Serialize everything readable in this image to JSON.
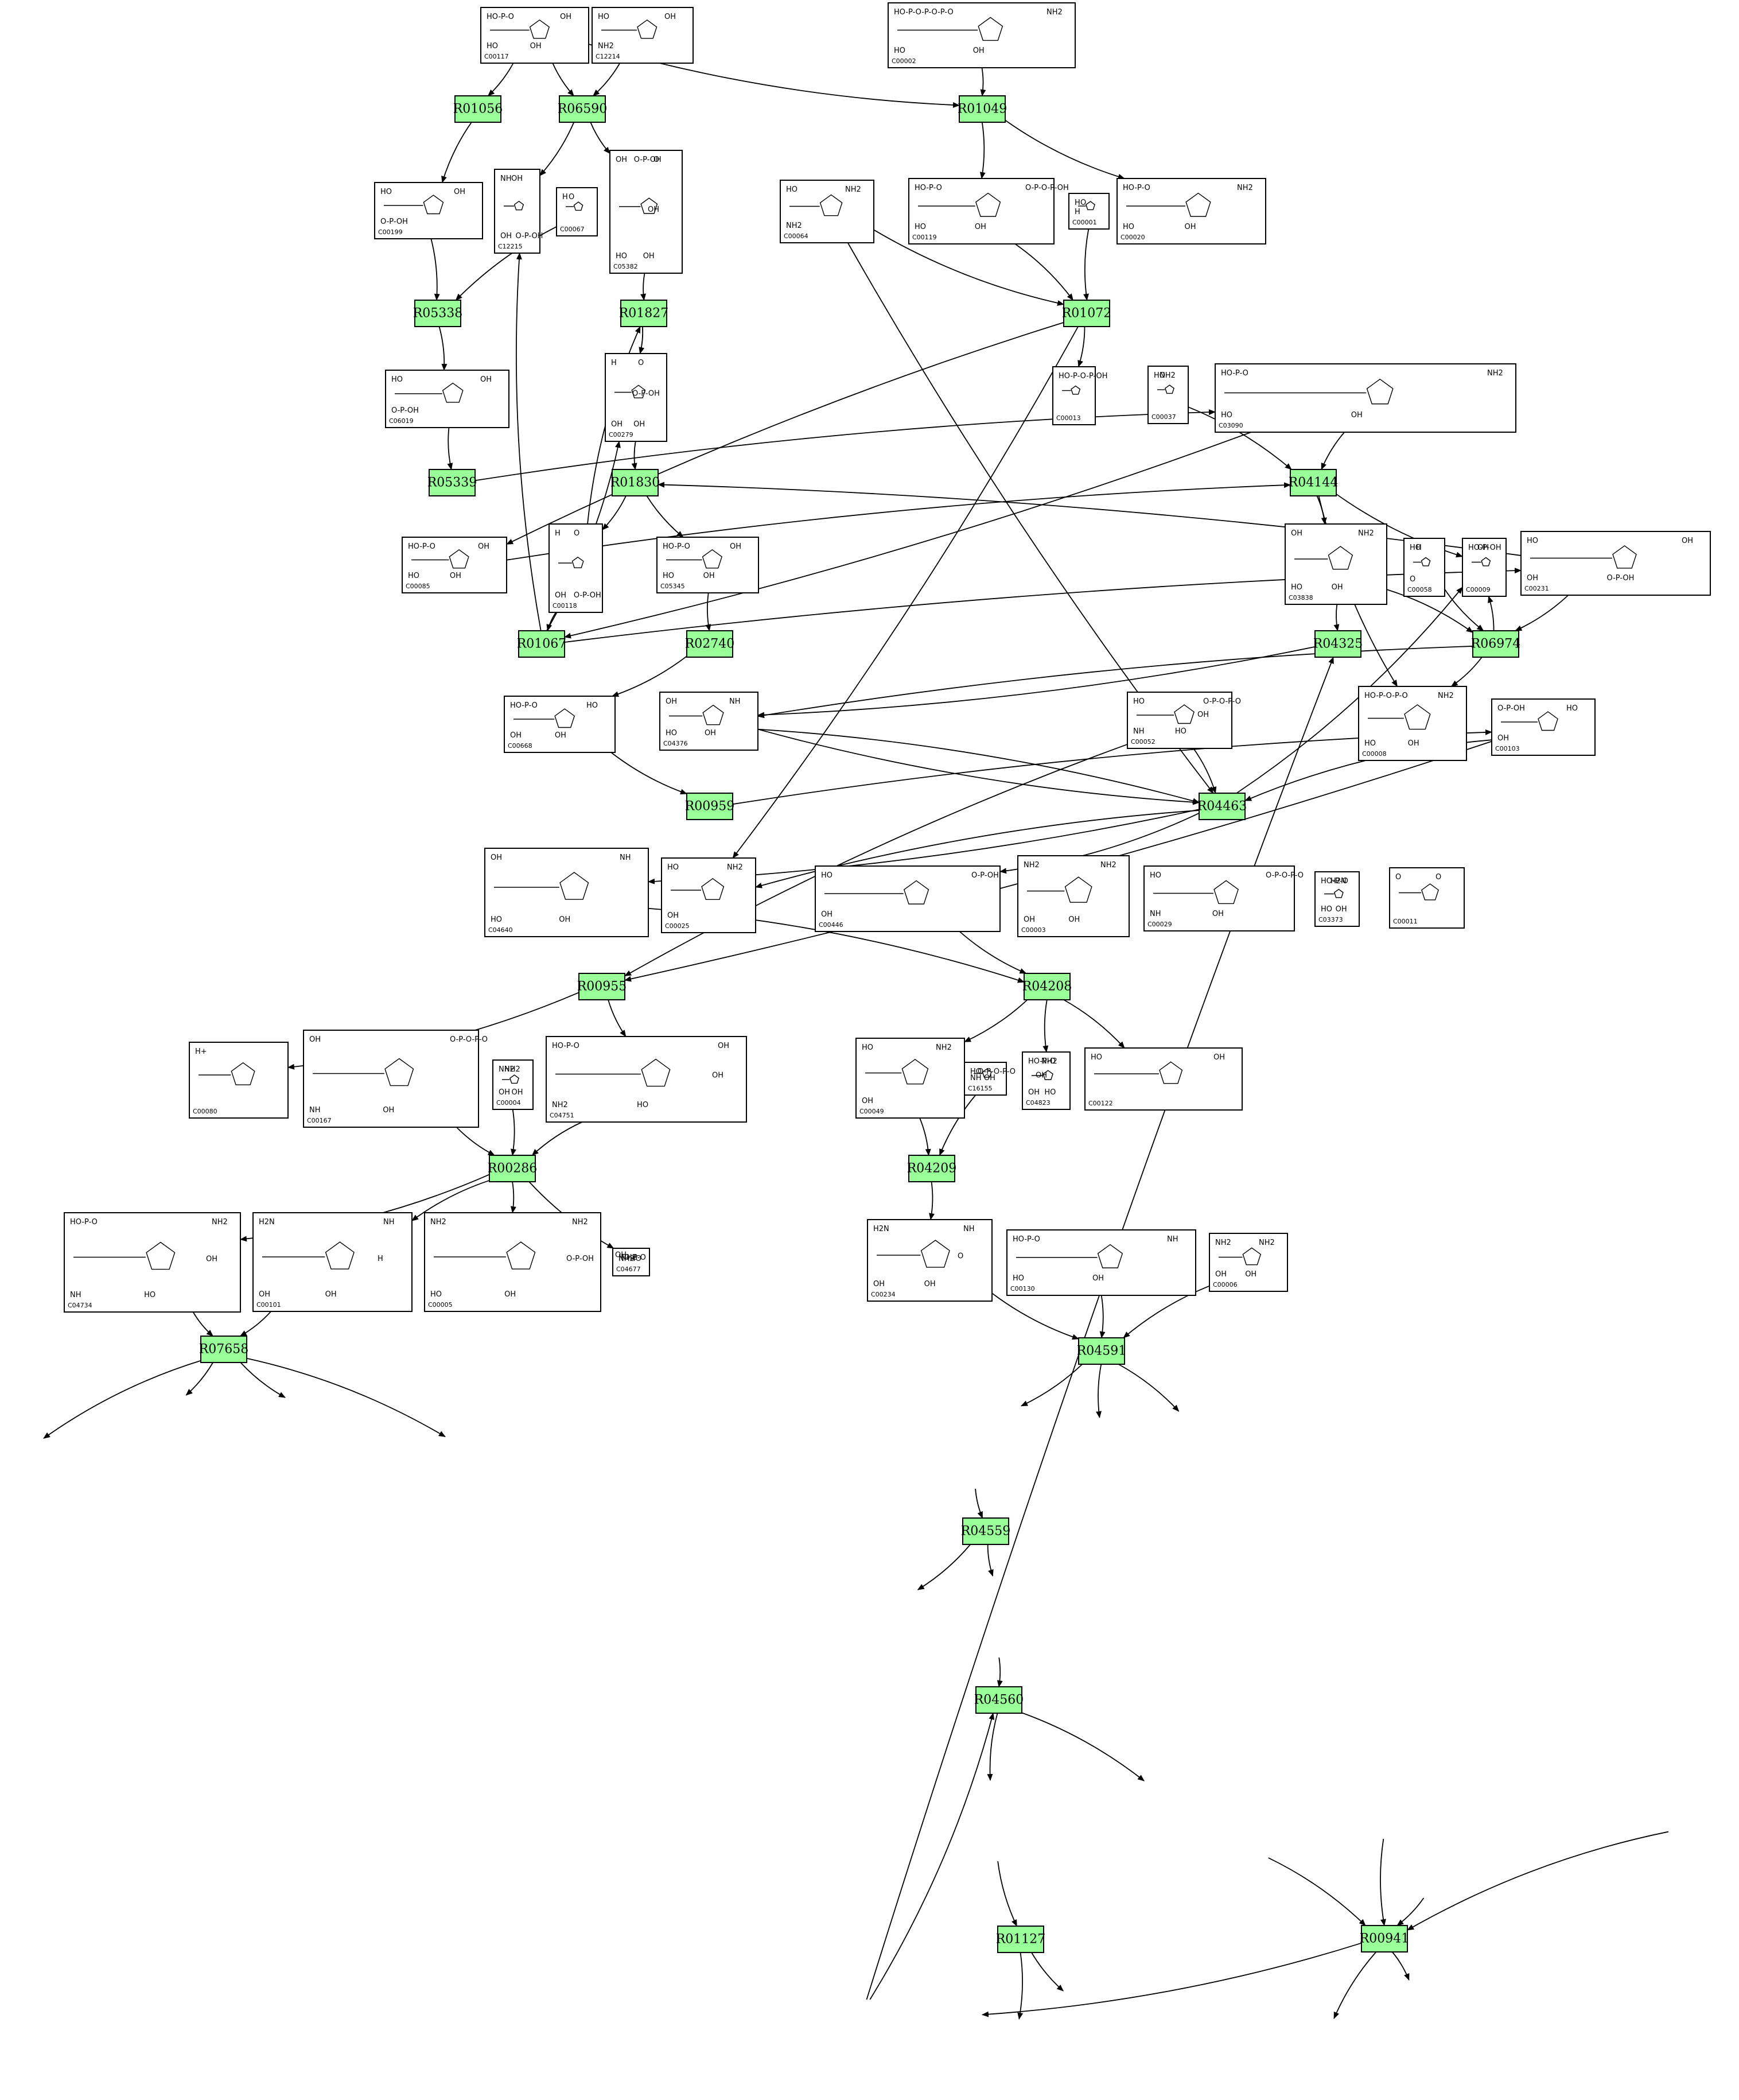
{
  "colors": {
    "reaction_fill": "#99ff99",
    "border": "#000000",
    "background": "#ffffff"
  },
  "reactions": [
    {
      "id": "R01056"
    },
    {
      "id": "R06590"
    },
    {
      "id": "R01049"
    },
    {
      "id": "R05338"
    },
    {
      "id": "R01827"
    },
    {
      "id": "R01072"
    },
    {
      "id": "R05339"
    },
    {
      "id": "R01830"
    },
    {
      "id": "R04144"
    },
    {
      "id": "R01067"
    },
    {
      "id": "R02740"
    },
    {
      "id": "R04325"
    },
    {
      "id": "R06974"
    },
    {
      "id": "R00959"
    },
    {
      "id": "R04463"
    },
    {
      "id": "R00955"
    },
    {
      "id": "R04208"
    },
    {
      "id": "R00286"
    },
    {
      "id": "R04209"
    },
    {
      "id": "R07658"
    },
    {
      "id": "R04591"
    },
    {
      "id": "R04559"
    },
    {
      "id": "R04560"
    },
    {
      "id": "R01127"
    },
    {
      "id": "R00941"
    }
  ],
  "compounds": [
    {
      "id": "C00117",
      "atoms": [
        "HO-P-O",
        "OH",
        "HO",
        "OH"
      ]
    },
    {
      "id": "C12214",
      "atoms": [
        "HO",
        "OH",
        "NH2"
      ]
    },
    {
      "id": "C00002",
      "atoms": [
        "HO-P-O-P-O-P-O",
        "NH2",
        "HO",
        "OH"
      ]
    },
    {
      "id": "C00199",
      "atoms": [
        "HO",
        "OH",
        "O-P-OH"
      ]
    },
    {
      "id": "C12215",
      "atoms": [
        "NH",
        "OH",
        "OH",
        "O-P-OH"
      ]
    },
    {
      "id": "C00067",
      "atoms": [
        "H",
        "O"
      ]
    },
    {
      "id": "C05382",
      "atoms": [
        "OH",
        "O",
        "HO",
        "OH",
        "OH",
        "O-P-OH"
      ]
    },
    {
      "id": "C00064",
      "atoms": [
        "HO",
        "NH2",
        "NH2"
      ]
    },
    {
      "id": "C00119",
      "atoms": [
        "HO-P-O",
        "O-P-O-P-OH",
        "HO",
        "OH"
      ]
    },
    {
      "id": "C00001",
      "atoms": [
        "H",
        "O",
        "H"
      ]
    },
    {
      "id": "C00020",
      "atoms": [
        "HO-P-O",
        "NH2",
        "HO",
        "OH"
      ]
    },
    {
      "id": "C06019",
      "atoms": [
        "HO",
        "OH",
        "O-P-OH"
      ]
    },
    {
      "id": "C00279",
      "atoms": [
        "H",
        "O",
        "OH",
        "OH",
        "O-P-OH"
      ]
    },
    {
      "id": "C00013",
      "atoms": [
        "HO-P-O-P-OH"
      ]
    },
    {
      "id": "C00037",
      "atoms": [
        "HO",
        "NH2"
      ]
    },
    {
      "id": "C03090",
      "atoms": [
        "HO-P-O",
        "NH2",
        "HO",
        "OH"
      ]
    },
    {
      "id": "C00085",
      "atoms": [
        "HO-P-O",
        "OH",
        "HO",
        "OH"
      ]
    },
    {
      "id": "C00118",
      "atoms": [
        "H",
        "O",
        "OH",
        "O-P-OH"
      ]
    },
    {
      "id": "C05345",
      "atoms": [
        "HO-P-O",
        "OH",
        "HO",
        "OH"
      ]
    },
    {
      "id": "C03838",
      "atoms": [
        "OH",
        "NH2",
        "HO",
        "OH"
      ]
    },
    {
      "id": "C00009",
      "atoms": [
        "HO-P-OH",
        "OH"
      ]
    },
    {
      "id": "C00058",
      "atoms": [
        "HO",
        "H",
        "O"
      ]
    },
    {
      "id": "C00231",
      "atoms": [
        "HO",
        "OH",
        "OH",
        "O-P-OH"
      ]
    },
    {
      "id": "C00668",
      "atoms": [
        "HO-P-O",
        "HO",
        "OH",
        "OH"
      ]
    },
    {
      "id": "C04376",
      "atoms": [
        "OH",
        "NH",
        "HO",
        "OH"
      ]
    },
    {
      "id": "C00008",
      "atoms": [
        "HO-P-O-P-O",
        "NH2",
        "HO",
        "OH"
      ]
    },
    {
      "id": "C00103",
      "atoms": [
        "O-P-OH",
        "HO",
        "OH"
      ]
    },
    {
      "id": "C00052",
      "atoms": [
        "HO",
        "O-P-O-P-O",
        "NH",
        "HO",
        "OH"
      ]
    },
    {
      "id": "C04640",
      "atoms": [
        "OH",
        "NH",
        "HO",
        "OH"
      ]
    },
    {
      "id": "C00025",
      "atoms": [
        "HO",
        "NH2",
        "OH"
      ]
    },
    {
      "id": "C00446",
      "atoms": [
        "HO",
        "O-P-OH",
        "OH"
      ]
    },
    {
      "id": "C00003",
      "atoms": [
        "NH2",
        "NH2",
        "OH",
        "OH"
      ]
    },
    {
      "id": "C00029",
      "atoms": [
        "HO",
        "O-P-O-P-O",
        "NH",
        "OH"
      ]
    },
    {
      "id": "C03373",
      "atoms": [
        "HO-P-O",
        "H2N",
        "HO",
        "OH"
      ]
    },
    {
      "id": "C00011",
      "atoms": [
        "O",
        "O"
      ]
    },
    {
      "id": "C00080",
      "atoms": [
        "H+"
      ]
    },
    {
      "id": "C00167",
      "atoms": [
        "OH",
        "O-P-O-P-O",
        "NH",
        "OH"
      ]
    },
    {
      "id": "C00004",
      "atoms": [
        "NH2",
        "NH2",
        "OH",
        "OH"
      ]
    },
    {
      "id": "C04751",
      "atoms": [
        "HO-P-O",
        "OH",
        "NH2",
        "HO",
        "OH"
      ]
    },
    {
      "id": "C00049",
      "atoms": [
        "HO",
        "NH2",
        "OH"
      ]
    },
    {
      "id": "C16155",
      "atoms": [
        "HO",
        "O-P-O-P-O",
        "NH",
        "OH"
      ]
    },
    {
      "id": "C04823",
      "atoms": [
        "HO-P-O",
        "NH2",
        "OH",
        "HO",
        "OH"
      ]
    },
    {
      "id": "C00122",
      "atoms": [
        "HO",
        "OH"
      ]
    },
    {
      "id": "C04677",
      "atoms": [
        "HO-P-O",
        "NH2",
        "NH2",
        "HO",
        "OH"
      ]
    },
    {
      "id": "C04734",
      "atoms": [
        "HO-P-O",
        "NH2",
        "NH",
        "HO",
        "OH"
      ]
    },
    {
      "id": "C00101",
      "atoms": [
        "H2N",
        "NH",
        "OH",
        "OH",
        "H"
      ]
    },
    {
      "id": "C00005",
      "atoms": [
        "NH2",
        "NH2",
        "HO",
        "OH",
        "O-P-OH"
      ]
    },
    {
      "id": "C00234",
      "atoms": [
        "H2N",
        "NH",
        "OH",
        "OH",
        "O"
      ]
    },
    {
      "id": "C00130",
      "atoms": [
        "HO-P-O",
        "NH",
        "HO",
        "OH"
      ]
    },
    {
      "id": "C00006",
      "atoms": [
        "NH2",
        "NH2",
        "OH",
        "OH"
      ]
    }
  ]
}
